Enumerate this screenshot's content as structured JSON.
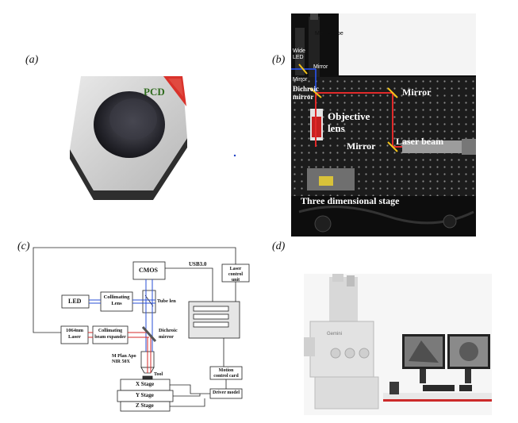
{
  "header": {
    "left": "",
    "right": ""
  },
  "panels": {
    "a": {
      "label": "(a)",
      "pcd": "PCD"
    },
    "b": {
      "label": "(b)",
      "labels": {
        "wide_led": "Wide LED",
        "microscope": "Microscope",
        "mirror_small_top": "Mirror",
        "mirror_small_left": "Mirror",
        "dichroic": "Dichroic mirror",
        "mirror_top_right": "Mirror",
        "objective": "Objective lens",
        "mirror_mid": "Mirror",
        "laser_beam": "Laser beam",
        "stage": "Three dimensional stage"
      }
    },
    "c": {
      "label": "(c)",
      "boxes": {
        "cmos": "CMOS",
        "usb": "USB3.0",
        "laser_control": "Laser control unit",
        "led": "LED",
        "collimating_lens": "Collimating Lens",
        "tube_lens": "Tube len",
        "laser": "1064nm Laser",
        "beam_expander": "Collimating beam expander",
        "dichroic": "Dichroic mirror",
        "objective": "M Plan Apo NIR 50X",
        "tool": "Tool",
        "x_stage": "X Stage",
        "y_stage": "Y Stage",
        "z_stage": "Z Stage",
        "motion_card": "Motion control card",
        "driver": "Driver model"
      }
    },
    "d": {
      "label": "(d)",
      "brand": "Gemini"
    }
  },
  "colors": {
    "insert": "#c9c9c9",
    "pcd": "#d9322b",
    "pcd_text": "#2f6b1e",
    "laser": "#d42a2a",
    "led_light": "#2a4fd4"
  }
}
